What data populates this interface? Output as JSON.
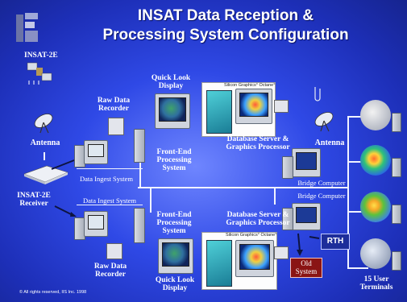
{
  "title_line1": "INSAT Data Reception &",
  "title_line2": "Processing System Configuration",
  "labels": {
    "satellite": "INSAT-2E",
    "antenna_left": "Antenna",
    "receiver_line1": "INSAT-2E",
    "receiver_line2": "Receiver",
    "raw_top_line1": "Raw Data",
    "raw_top_line2": "Recorder",
    "quicklook_top_line1": "Quick Look",
    "quicklook_top_line2": "Display",
    "sgi_top": "Silicon Graphics° Octane°",
    "dbserver_top_line1": "Database Server &",
    "dbserver_top_line2": "Graphics Processor",
    "antenna_right": "Antenna",
    "data_ingest_top": "Data Ingest System",
    "frontend_top_line1": "Front-End",
    "frontend_top_line2": "Processing",
    "frontend_top_line3": "System",
    "bridge_top": "Bridge Computer",
    "bridge_bottom": "Bridge Computer",
    "data_ingest_bottom": "Data Ingest System",
    "frontend_bottom_line1": "Front-End",
    "frontend_bottom_line2": "Processing",
    "frontend_bottom_line3": "System",
    "dbserver_bottom_line1": "Database Server &",
    "dbserver_bottom_line2": "Graphics Processor",
    "sgi_bottom": "Silicon Graphics° Octane°",
    "rth": "RTH",
    "old_line1": "Old",
    "old_line2": "System",
    "raw_bottom_line1": "Raw Data",
    "raw_bottom_line2": "Recorder",
    "quicklook_bottom_line1": "Quick Look",
    "quicklook_bottom_line2": "Display",
    "users_line1": "15 User",
    "users_line2": "Terminals",
    "copyright": "© All rights reserved, IIS Inc. 1998"
  },
  "colors": {
    "background_center": "#6f86ff",
    "background_edge": "#16248f",
    "bus_line": "#f0f3ff",
    "rth_box": "#1d2d9a",
    "old_system_box": "#8a1414"
  },
  "icons": [
    "logo-icon",
    "satellite-icon",
    "antenna-icon",
    "receiver-icon",
    "computer-icon",
    "monitor-icon",
    "globe-icon",
    "recorder-icon",
    "tower-icon",
    "server-icon"
  ]
}
